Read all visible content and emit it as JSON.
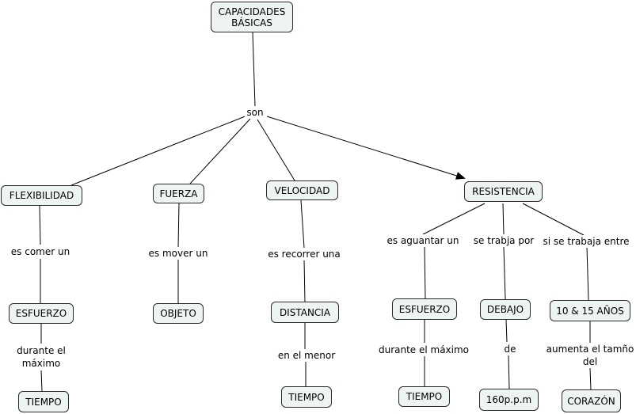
{
  "concept_map": {
    "root": "CAPACIDADES BÁSICAS",
    "root_link": "son",
    "branches": [
      {
        "concept": "FLEXIBILIDAD",
        "link1": "es comer un",
        "concept2": "ESFUERZO",
        "link2": "durante el máximo",
        "concept3": "TIEMPO"
      },
      {
        "concept": "FUERZA",
        "link1": "es mover un",
        "concept2": "OBJETO"
      },
      {
        "concept": "VELOCIDAD",
        "link1": "es recorrer una",
        "concept2": "DISTANCIA",
        "link2": "en el menor",
        "concept3": "TIEMPO"
      },
      {
        "concept": "RESISTENCIA",
        "sub": [
          {
            "link1": "es aguantar un",
            "concept2": "ESFUERZO",
            "link2": "durante el máximo",
            "concept3": "TIEMPO"
          },
          {
            "link1": "se trabja por",
            "concept2": "DEBAJO",
            "link2": "de",
            "concept3": "160p.p.m"
          },
          {
            "link1": "si se trabaja entre",
            "concept2": "10 & 15 AÑOS",
            "link2": "aumenta el tamño del",
            "concept3": "CORAZÓN"
          }
        ]
      }
    ]
  }
}
